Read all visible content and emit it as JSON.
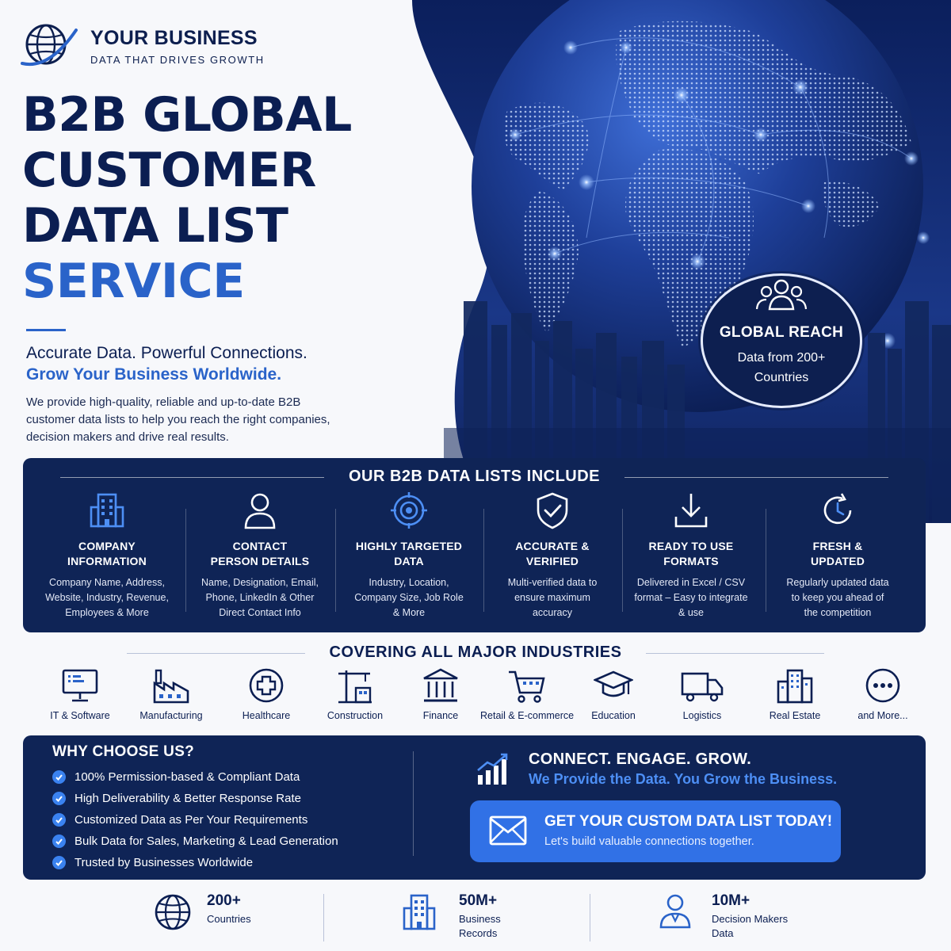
{
  "brand": {
    "name": "YOUR BUSINESS",
    "tagline": "DATA THAT DRIVES GROWTH",
    "logo_icon": "globe-swoosh-icon"
  },
  "hero": {
    "headline_lines": [
      "B2B GLOBAL",
      "CUSTOMER",
      "DATA LIST"
    ],
    "headline_accent": "SERVICE",
    "subhead": "Accurate Data. Powerful Connections.",
    "subhead_accent": "Grow Your Business Worldwide.",
    "description": "We provide high-quality, reliable and up-to-date B2B customer data lists to help you reach the right companies, decision makers and drive real results."
  },
  "reach_badge": {
    "icon": "people-group-icon",
    "title": "GLOBAL REACH",
    "subtitle": "Data from 200+ Countries"
  },
  "features": {
    "heading": "OUR B2B DATA LISTS INCLUDE",
    "items": [
      {
        "icon": "building-icon",
        "title_1": "COMPANY",
        "title_2": "INFORMATION",
        "desc_1": "Company Name, Address,",
        "desc_2": "Website, Industry, Revenue,",
        "desc_3": "Employees & More"
      },
      {
        "icon": "person-icon",
        "title_1": "CONTACT",
        "title_2": "PERSON DETAILS",
        "desc_1": "Name, Designation, Email,",
        "desc_2": "Phone, LinkedIn & Other",
        "desc_3": "Direct Contact Info"
      },
      {
        "icon": "target-icon",
        "title_1": "HIGHLY TARGETED",
        "title_2": "DATA",
        "desc_1": "Industry, Location,",
        "desc_2": "Company Size, Job Role",
        "desc_3": "& More"
      },
      {
        "icon": "shield-check-icon",
        "title_1": "ACCURATE &",
        "title_2": "VERIFIED",
        "desc_1": "Multi-verified data to",
        "desc_2": "ensure maximum",
        "desc_3": "accuracy"
      },
      {
        "icon": "download-icon",
        "title_1": "READY TO USE",
        "title_2": "FORMATS",
        "desc_1": "Delivered in Excel / CSV",
        "desc_2": "format – Easy to integrate",
        "desc_3": "& use"
      },
      {
        "icon": "refresh-clock-icon",
        "title_1": "FRESH &",
        "title_2": "UPDATED",
        "desc_1": "Regularly updated data",
        "desc_2": "to keep you ahead of",
        "desc_3": "the competition"
      }
    ]
  },
  "industries": {
    "heading": "COVERING ALL MAJOR INDUSTRIES",
    "items": [
      {
        "icon": "monitor-icon",
        "label": "IT & Software"
      },
      {
        "icon": "factory-icon",
        "label": "Manufacturing"
      },
      {
        "icon": "medical-cross-icon",
        "label": "Healthcare"
      },
      {
        "icon": "crane-icon",
        "label": "Construction"
      },
      {
        "icon": "bank-icon",
        "label": "Finance"
      },
      {
        "icon": "cart-icon",
        "label": "Retail & E-commerce"
      },
      {
        "icon": "graduation-cap-icon",
        "label": "Education"
      },
      {
        "icon": "truck-icon",
        "label": "Logistics"
      },
      {
        "icon": "buildings-icon",
        "label": "Real Estate"
      },
      {
        "icon": "more-dots-icon",
        "label": "and More..."
      }
    ]
  },
  "why": {
    "title": "WHY CHOOSE US?",
    "items": [
      "100% Permission-based & Compliant Data",
      "High Deliverability & Better Response Rate",
      "Customized Data as Per Your Requirements",
      "Bulk Data for Sales, Marketing & Lead Generation",
      "Trusted by Businesses Worldwide"
    ]
  },
  "cta": {
    "icon": "growth-chart-icon",
    "title": "CONNECT. ENGAGE. GROW.",
    "subtitle": "We Provide the Data. You Grow the Business.",
    "button_icon": "envelope-icon",
    "button_title": "GET YOUR CUSTOM DATA LIST TODAY!",
    "button_subtitle": "Let's build valuable connections together."
  },
  "stats": [
    {
      "icon": "globe-icon",
      "value": "200+",
      "label_1": "Countries",
      "label_2": ""
    },
    {
      "icon": "building-icon",
      "value": "50M+",
      "label_1": "Business",
      "label_2": "Records"
    },
    {
      "icon": "person-badge-icon",
      "value": "10M+",
      "label_1": "Decision Makers",
      "label_2": "Data"
    }
  ],
  "colors": {
    "navy": "#0f2456",
    "headline": "#0b1e52",
    "accent": "#2a63c9",
    "button": "#3171e6",
    "highlight": "#4d8ff5"
  }
}
